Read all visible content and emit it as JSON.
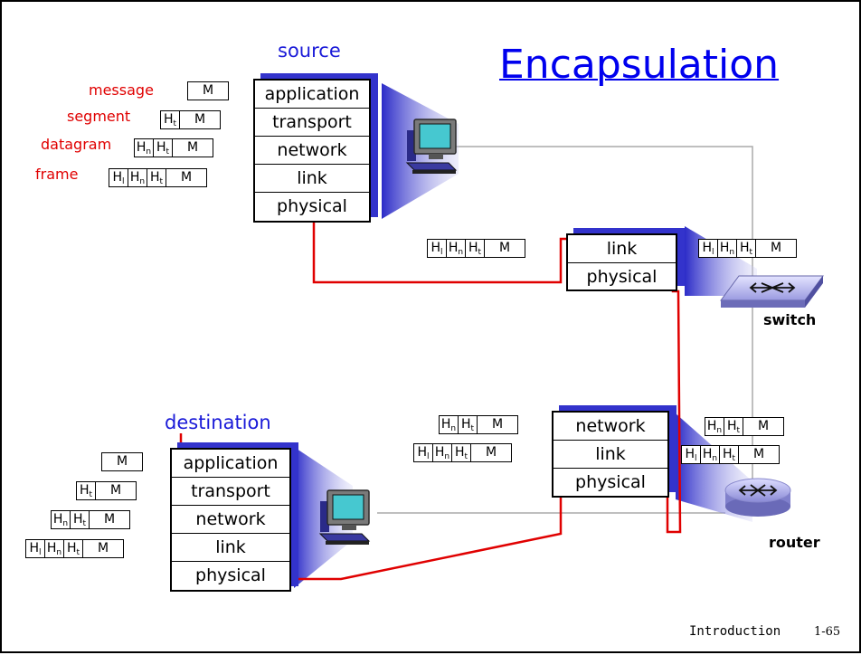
{
  "title": "Encapsulation",
  "labels": {
    "source": "source",
    "destination": "destination",
    "switch": "switch",
    "router": "router"
  },
  "pdu_names": {
    "message": "message",
    "segment": "segment",
    "datagram": "datagram",
    "frame": "frame"
  },
  "header_letters": {
    "H": "H",
    "transport": "t",
    "network": "n",
    "link": "l",
    "message": "M"
  },
  "source_stack": [
    "application",
    "transport",
    "network",
    "link",
    "physical"
  ],
  "switch_stack": [
    "link",
    "physical"
  ],
  "router_stack": [
    "network",
    "link",
    "physical"
  ],
  "destination_stack": [
    "application",
    "transport",
    "network",
    "link",
    "physical"
  ],
  "footer": {
    "text": "Introduction",
    "page": "1-65"
  },
  "colors": {
    "title": "#0000ee",
    "stack_shadow": "#3333cc",
    "path": "#e00000",
    "pdu_label": "#e00000"
  }
}
